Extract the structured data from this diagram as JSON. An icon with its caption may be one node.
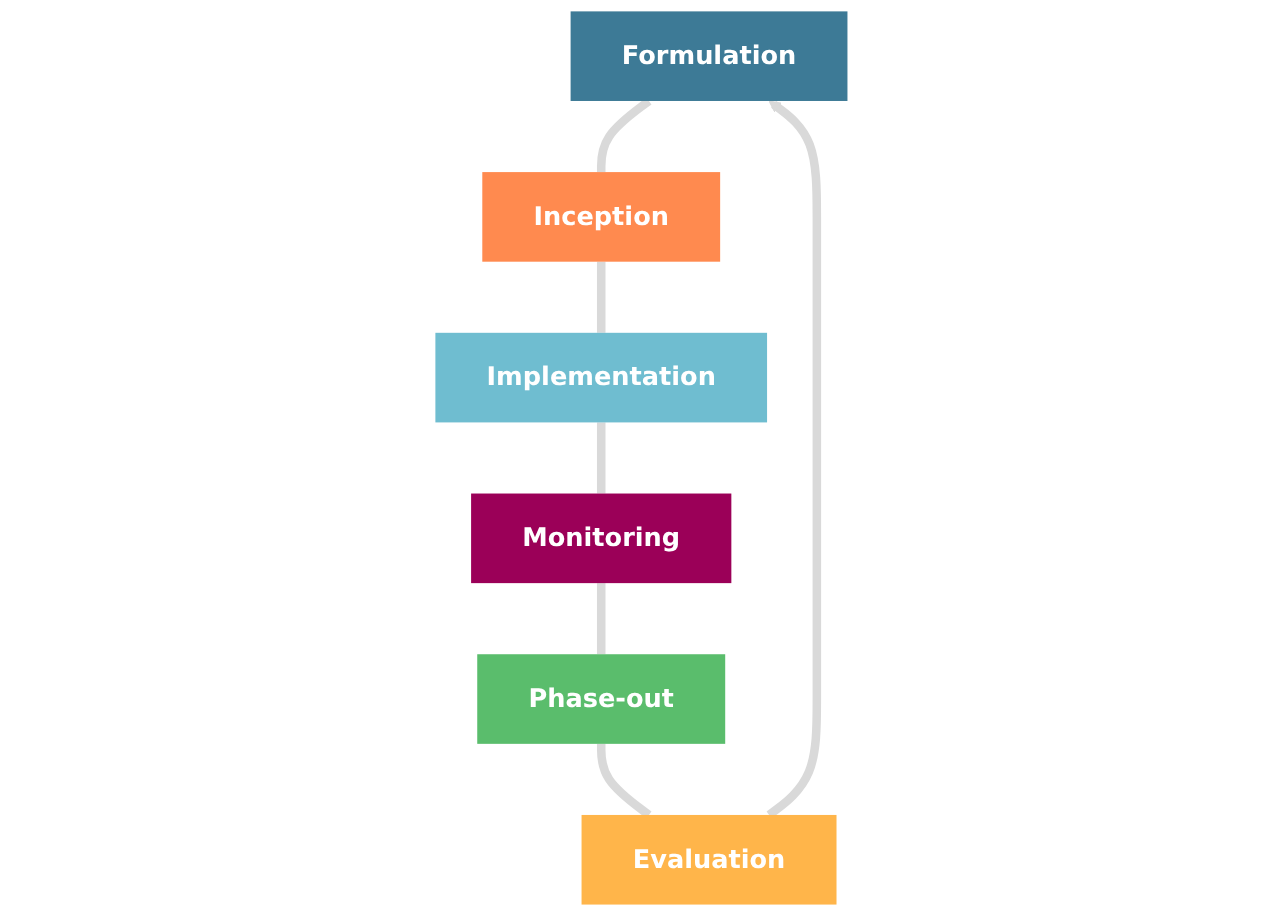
{
  "diagram": {
    "nodes": [
      {
        "text": [
          "Formulation"
        ]
      },
      {
        "text": [
          "Inception"
        ]
      },
      {
        "text": [
          "Implementation"
        ]
      },
      {
        "text": [
          "Monitoring"
        ]
      },
      {
        "text": [
          "Phase-out"
        ]
      },
      {
        "text": [
          "Evaluation"
        ]
      }
    ],
    "edges": [
      {
        "from": 0,
        "to": 1,
        "arrow": "none"
      },
      {
        "from": 1,
        "to": 2,
        "arrow": "none"
      },
      {
        "from": 2,
        "to": 3,
        "arrow": "none"
      },
      {
        "from": 3,
        "to": 4,
        "arrow": "none"
      },
      {
        "from": 4,
        "to": 5,
        "arrow": "none"
      },
      {
        "from": 5,
        "to": 0,
        "arrow": "to"
      }
    ]
  }
}
